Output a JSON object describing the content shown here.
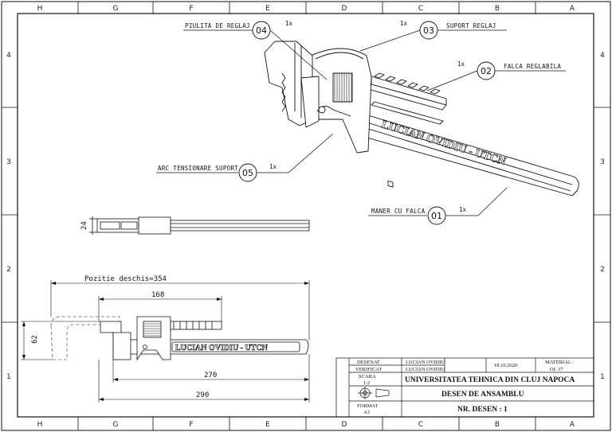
{
  "grid": {
    "columns": [
      "H",
      "G",
      "F",
      "E",
      "D",
      "C",
      "B",
      "A"
    ],
    "rows": [
      "4",
      "3",
      "2",
      "1"
    ]
  },
  "callouts": [
    {
      "number": "04",
      "label": "PIULITA DE REGLAJ",
      "qty": "1x"
    },
    {
      "number": "03",
      "label": "SUPORT REGLAJ",
      "qty": "1x"
    },
    {
      "number": "02",
      "label": "FALCA REGLABILA",
      "qty": "1x"
    },
    {
      "number": "05",
      "label": "ARC TENSIONARE SUPORT",
      "qty": "1x"
    },
    {
      "number": "01",
      "label": "MANER CU FALCA",
      "qty": "1x"
    }
  ],
  "engraving": "LUCIAN OVIDIU - UTCN",
  "dimensions": {
    "side_height": "24",
    "open_position": "Pozitie deschis=354",
    "d_168": "168",
    "d_62": "62",
    "d_270": "270",
    "d_290": "290"
  },
  "title_block": {
    "desenat_label": "DESENAT",
    "desenat_name": "LUCIAN OVIDIU",
    "verificat_label": "VERIFICAT",
    "verificat_name": "LUCIAN OVIDIU",
    "date": "18.10.2020",
    "material_label": "MATERIAL :",
    "material_value": "OL 37",
    "scara_label": "SCARA",
    "scara_value": "1:2",
    "format_label": "FORMAT",
    "format_value": "A3",
    "university": "UNIVERSITATEA TEHNICA DIN CLUJ NAPOCA",
    "drawing_type": "DESEN DE ANSAMBLU",
    "drawing_number": "NR. DESEN : 1"
  }
}
